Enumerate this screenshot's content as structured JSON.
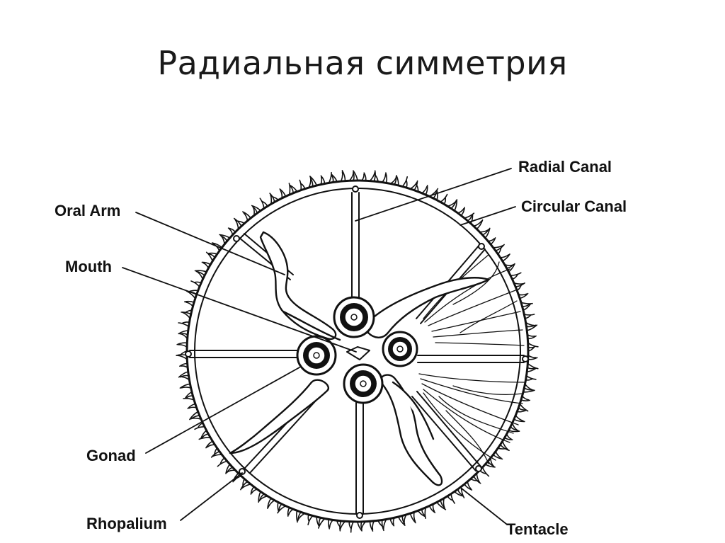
{
  "title": "Радиальная симметрия",
  "labels": {
    "radial_canal": "Radial Canal",
    "circular_canal": "Circular Canal",
    "oral_arm": "Oral Arm",
    "mouth": "Mouth",
    "gonad": "Gonad",
    "rhopalium": "Rhopalium",
    "tentacle": "Tentacle"
  }
}
